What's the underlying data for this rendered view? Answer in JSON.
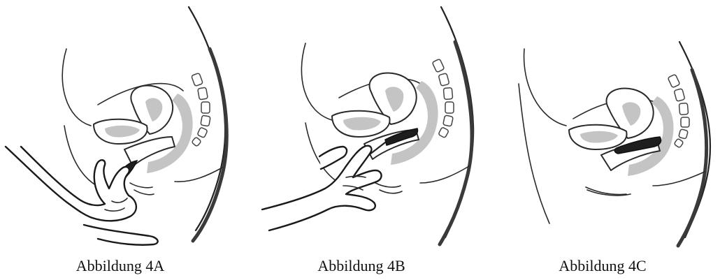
{
  "figures": [
    {
      "caption": "Abbildung 4A"
    },
    {
      "caption": "Abbildung 4B"
    },
    {
      "caption": "Abbildung 4C"
    }
  ]
}
